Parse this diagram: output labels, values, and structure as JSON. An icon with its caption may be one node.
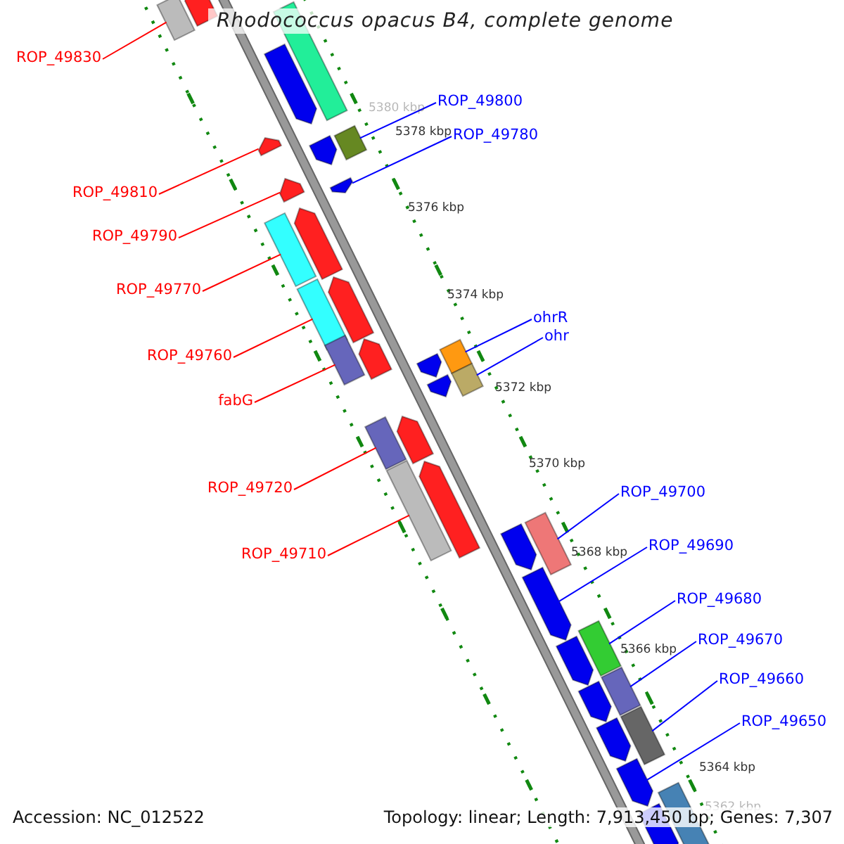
{
  "diagram": {
    "title": "Rhodococcus opacus B4, complete genome",
    "nodes": [
      {
        "text": [
          "ROP_49830"
        ]
      },
      {
        "text": [
          "ROP_49800"
        ]
      },
      {
        "text": [
          "ROP_49780"
        ]
      },
      {
        "text": [
          "ROP_49810"
        ]
      },
      {
        "text": [
          "ROP_49790"
        ]
      },
      {
        "text": [
          "ROP_49770"
        ]
      },
      {
        "text": [
          "ohrR"
        ]
      },
      {
        "text": [
          "ohr"
        ]
      },
      {
        "text": [
          "ROP_49760"
        ]
      },
      {
        "text": [
          "fabG"
        ]
      },
      {
        "text": [
          "ROP_49720"
        ]
      },
      {
        "text": [
          "ROP_49700"
        ]
      },
      {
        "text": [
          "ROP_49690"
        ]
      },
      {
        "text": [
          "ROP_49710"
        ]
      },
      {
        "text": [
          "ROP_49680"
        ]
      },
      {
        "text": [
          "ROP_49670"
        ]
      },
      {
        "text": [
          "ROP_49660"
        ]
      },
      {
        "text": [
          "ROP_49650"
        ]
      },
      {
        "text": [],
        "shape": "arrow"
      },
      {
        "text": [],
        "shape": "box"
      },
      {
        "text": [],
        "shape": "box"
      },
      {
        "text": [],
        "shape": "arrow"
      },
      {
        "text": [],
        "shape": "box"
      },
      {
        "text": [],
        "shape": "arrow"
      },
      {
        "text": [],
        "shape": "arrow"
      },
      {
        "text": [],
        "shape": "arrow"
      },
      {
        "text": [],
        "shape": "arrow"
      },
      {
        "text": [],
        "shape": "arrow"
      },
      {
        "text": [],
        "shape": "box"
      },
      {
        "text": [],
        "shape": "arrow"
      },
      {
        "text": [],
        "shape": "box"
      },
      {
        "text": [],
        "shape": "arrow"
      },
      {
        "text": [],
        "shape": "box"
      },
      {
        "text": [],
        "shape": "box"
      },
      {
        "text": [],
        "shape": "arrow"
      },
      {
        "text": [],
        "shape": "box"
      },
      {
        "text": [],
        "shape": "arrow"
      },
      {
        "text": [],
        "shape": "arrow"
      },
      {
        "text": [],
        "shape": "box"
      },
      {
        "text": [],
        "shape": "arrow"
      },
      {
        "text": [],
        "shape": "box"
      },
      {
        "text": [],
        "shape": "box"
      },
      {
        "text": [],
        "shape": "arrow"
      },
      {
        "text": [],
        "shape": "arrow"
      },
      {
        "text": [],
        "shape": "box"
      },
      {
        "text": [],
        "shape": "arrow"
      },
      {
        "text": [],
        "shape": "box"
      },
      {
        "text": [],
        "shape": "arrow"
      },
      {
        "text": [],
        "shape": "box"
      },
      {
        "text": [],
        "shape": "arrow"
      },
      {
        "text": [],
        "shape": "arrow"
      },
      {
        "text": [],
        "shape": "box"
      },
      {
        "text": [],
        "shape": "arrow"
      }
    ],
    "edges": [
      {
        "from": 0,
        "to": 19,
        "arrow": "none",
        "color": "#ff0000"
      },
      {
        "from": 1,
        "to": 22,
        "arrow": "none"
      },
      {
        "from": 2,
        "to": 26,
        "arrow": "none"
      },
      {
        "from": 3,
        "to": 23,
        "arrow": "none",
        "color": "#ff0000"
      },
      {
        "from": 4,
        "to": 25,
        "arrow": "none",
        "color": "#ff0000"
      },
      {
        "from": 5,
        "to": 28,
        "arrow": "none",
        "color": "#ff0000"
      },
      {
        "from": 6,
        "to": 33,
        "arrow": "none"
      },
      {
        "from": 7,
        "to": 35,
        "arrow": "none"
      },
      {
        "from": 8,
        "to": 30,
        "arrow": "none",
        "color": "#ff0000"
      },
      {
        "from": 9,
        "to": 32,
        "arrow": "none",
        "color": "#ff0000"
      },
      {
        "from": 10,
        "to": 38,
        "arrow": "none",
        "color": "#ff0000"
      },
      {
        "from": 11,
        "to": 41,
        "arrow": "none"
      },
      {
        "from": 12,
        "to": 43,
        "arrow": "none"
      },
      {
        "from": 13,
        "to": 40,
        "arrow": "none",
        "color": "#ff0000"
      },
      {
        "from": 14,
        "to": 44,
        "arrow": "none"
      },
      {
        "from": 15,
        "to": 46,
        "arrow": "none"
      },
      {
        "from": 16,
        "to": 48,
        "arrow": "none"
      },
      {
        "from": 17,
        "to": 50,
        "arrow": "none"
      }
    ],
    "labels": [
      "5380 kbp",
      "5378 kbp",
      "5376 kbp",
      "5374 kbp",
      "5372 kbp",
      "5370 kbp",
      "5368 kbp",
      "5366 kbp",
      "5364 kbp",
      "5362 kbp",
      "Accession: NC_012522",
      "Topology: linear; Length: 7,913,450 bp; Genes: 7,307"
    ]
  }
}
